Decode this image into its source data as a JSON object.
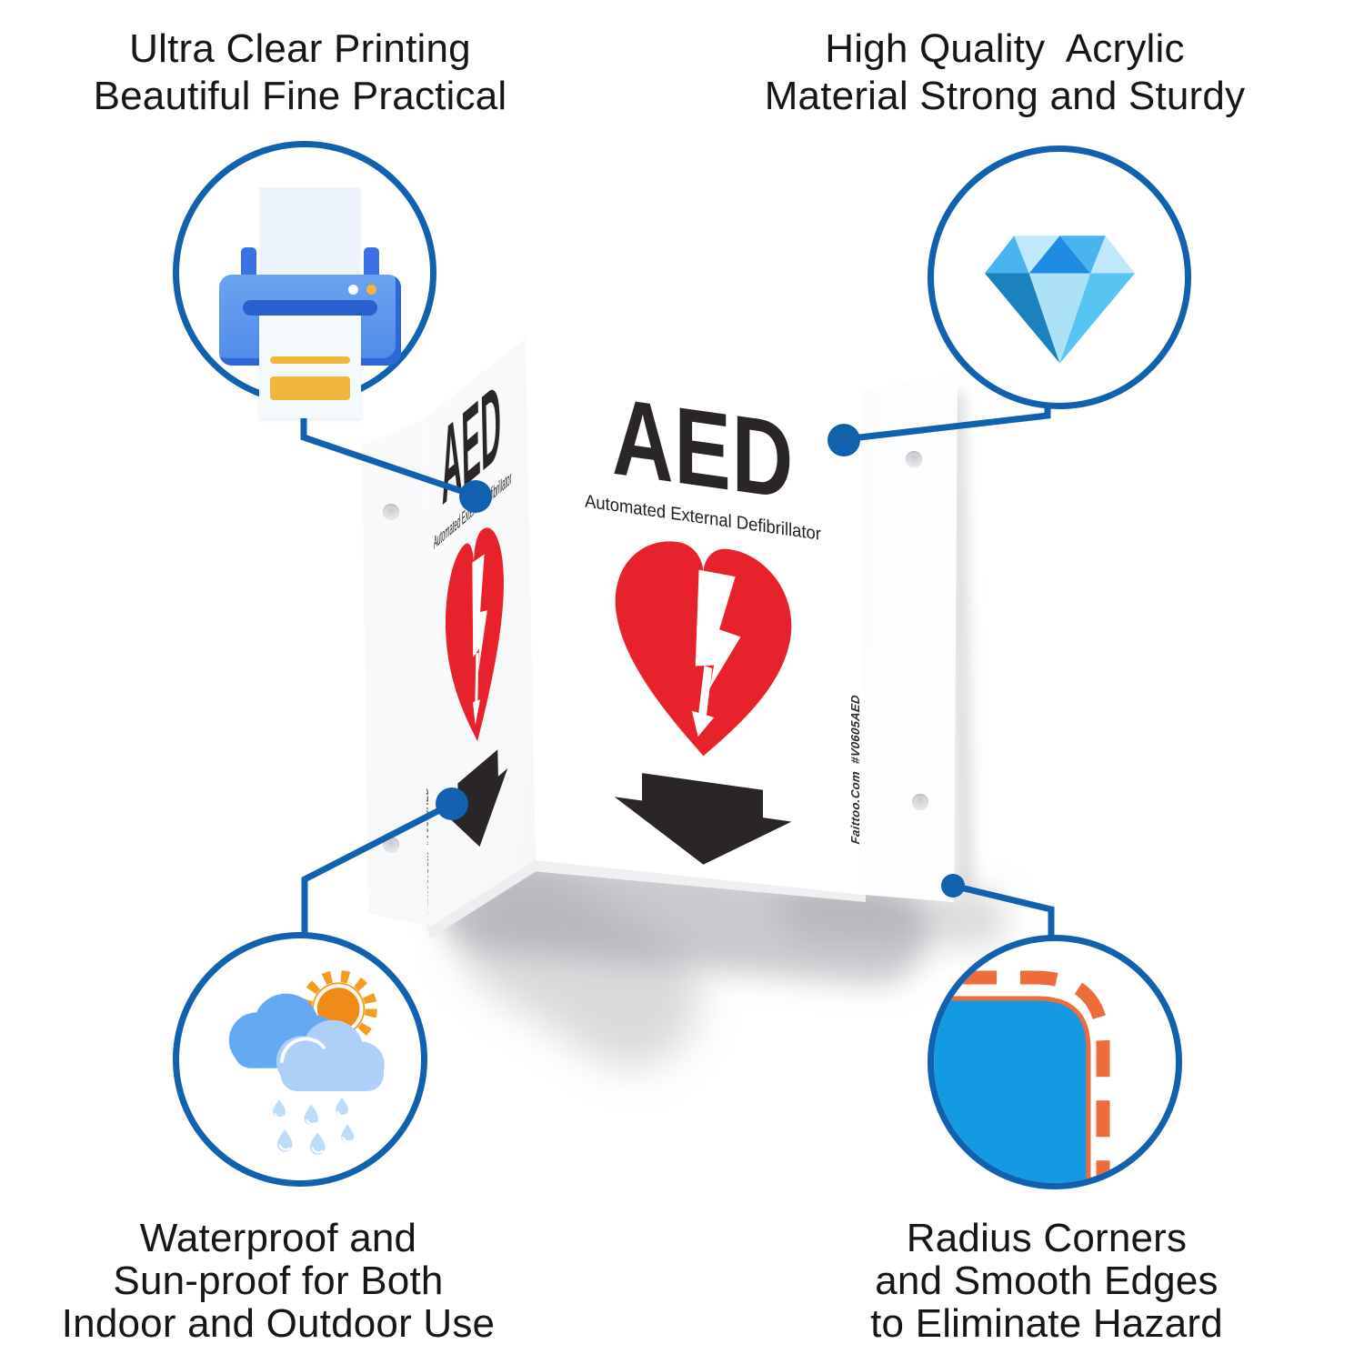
{
  "callouts": {
    "top_left": {
      "icon": "printer-icon",
      "lines": [
        "Ultra Clear Printing",
        "Beautiful Fine Practical"
      ]
    },
    "top_right": {
      "icon": "diamond-icon",
      "lines": [
        "High Quality  Acrylic",
        "Material Strong and Sturdy"
      ]
    },
    "bottom_left": {
      "icon": "weather-icon",
      "lines": [
        "Waterproof and",
        "Sun-proof for Both",
        "Indoor and Outdoor Use"
      ]
    },
    "bottom_right": {
      "icon": "rounded-corner-icon",
      "lines": [
        "Radius Corners",
        "and Smooth Edges",
        "to Eliminate Hazard"
      ]
    }
  },
  "sign": {
    "title": "AED",
    "subtitle": "Automated External Defibrillator",
    "vertical_label": "Faittoo.Com  #V0605AED",
    "symbols": [
      "heart-with-lightning-bolt",
      "down-arrow"
    ]
  },
  "colors": {
    "accent": "#1161ae",
    "text": "#161616",
    "heart_red": "#e7222d",
    "sign_black": "#2a2627",
    "printer_blue": "#5b96ec",
    "printer_dark": "#2f66d9",
    "printer_navy": "#2a5fd0",
    "paper": "#f3f9fd",
    "yellow": "#f2b63c",
    "sun_orange": "#f39c1f",
    "sun_core": "#f08a18",
    "cloud_back": "#64a9f1",
    "cloud_front": "#aecff7",
    "raindrop": "#bcdcf8",
    "gem_dark": "#1f8ce4",
    "gem_mid": "#49b4ee",
    "gem_light": "#bfe9fb",
    "gem_deep": "#1b82bd",
    "gem_pale": "#ade1f7",
    "gem_bright": "#57c4f1",
    "corner_blue": "#149ae3",
    "corner_orange": "#ee6b3c"
  }
}
